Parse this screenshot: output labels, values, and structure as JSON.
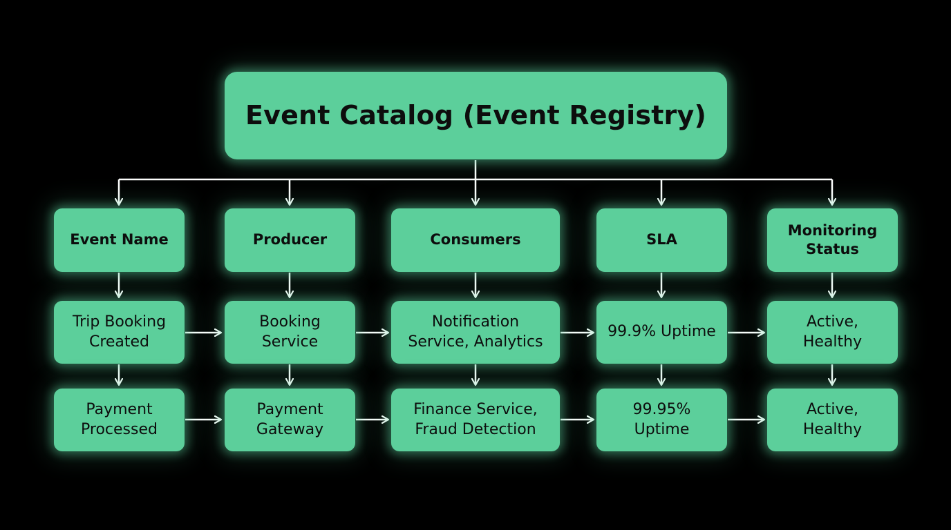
{
  "diagram": {
    "title": "Event Catalog (Event Registry)",
    "headers": [
      "Event Name",
      "Producer",
      "Consumers",
      "SLA",
      "Monitoring\nStatus"
    ],
    "rows": [
      [
        "Trip Booking\nCreated",
        "Booking\nService",
        "Notification\nService, Analytics",
        "99.9% Uptime",
        "Active,\nHealthy"
      ],
      [
        "Payment\nProcessed",
        "Payment\nGateway",
        "Finance Service,\nFraud Detection",
        "99.95%\nUptime",
        "Active,\nHealthy"
      ]
    ]
  },
  "colors": {
    "background": "#000000",
    "box_fill": "#5ccf9b",
    "box_text": "#0d0d0d",
    "connector": "#ffffff"
  }
}
